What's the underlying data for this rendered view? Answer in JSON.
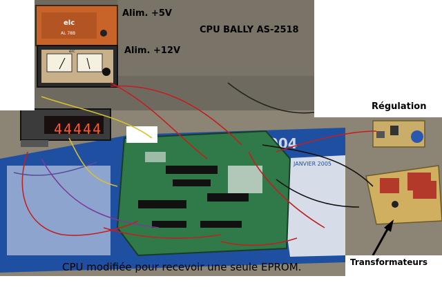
{
  "labels": {
    "alim_5v": "Alim. +5V",
    "alim_12v": "Alim. +12V",
    "cpu_title": "CPU BALLY AS-2518",
    "regulation": "Régulation",
    "transformateurs": "Transformateurs",
    "caption": "CPU modifiée pour recevoir une seule EPROM."
  },
  "psu_5v": {
    "brand": "elc",
    "model": "AL 78B"
  },
  "psu_12v": {
    "brand": "elc"
  },
  "display": {
    "digits": "44444"
  },
  "calendar": {
    "year": "2004",
    "month": "JANVIER 2005"
  },
  "colors": {
    "desk": "#8a8270",
    "psu_orange": "#c8642a",
    "pcb_green": "#2f7a48",
    "calendar_blue": "#1f4fa0",
    "led_orange": "#ff5a2a"
  }
}
